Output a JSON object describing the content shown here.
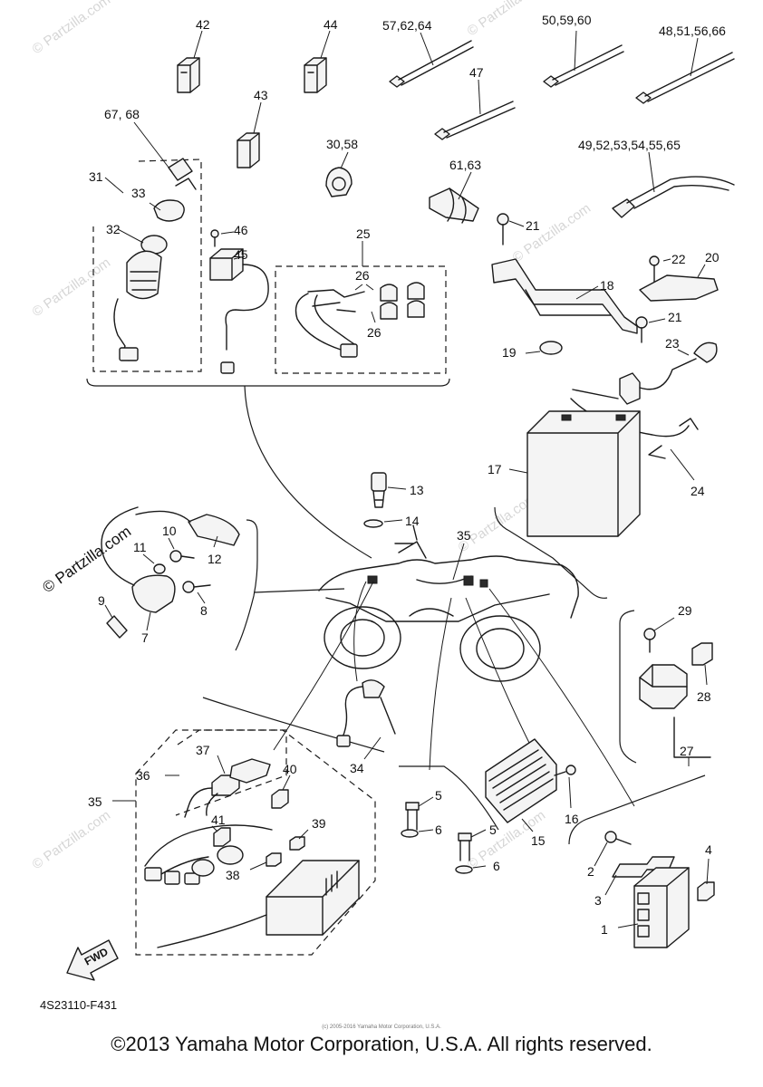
{
  "diagram_code": "4S23110-F431",
  "copyright": "©2013 Yamaha Motor Corporation, U.S.A. All rights reserved.",
  "fine_print": "(c) 2005-2016 Yamaha Motor Corporation, U.S.A.",
  "watermark": "© Partzilla.com",
  "fwd_label": "FWD",
  "callouts": {
    "c42": "42",
    "c44": "44",
    "c57": "57,62,64",
    "c50": "50,59,60",
    "c48": "48,51,56,66",
    "c43": "43",
    "c47": "47",
    "c6768": "67, 68",
    "c3058": "30,58",
    "c4952": "49,52,53,54,55,65",
    "c6163": "61,63",
    "c31": "31",
    "c33": "33",
    "c32": "32",
    "c46": "46",
    "c45": "45",
    "c25": "25",
    "c26a": "26",
    "c26b": "26",
    "c21a": "21",
    "c22": "22",
    "c20": "20",
    "c18": "18",
    "c21b": "21",
    "c19": "19",
    "c23": "23",
    "c17": "17",
    "c24": "24",
    "c13": "13",
    "c14": "14",
    "c35a": "35",
    "c10": "10",
    "c11": "11",
    "c12": "12",
    "c9": "9",
    "c8": "8",
    "c7": "7",
    "c29": "29",
    "c28": "28",
    "c27": "27",
    "c34": "34",
    "c37": "37",
    "c36": "36",
    "c40": "40",
    "c35b": "35",
    "c41": "41",
    "c39": "39",
    "c38": "38",
    "c5a": "5",
    "c6a": "6",
    "c5b": "5",
    "c6b": "6",
    "c15": "15",
    "c16": "16",
    "c4": "4",
    "c2": "2",
    "c3": "3",
    "c1": "1"
  }
}
